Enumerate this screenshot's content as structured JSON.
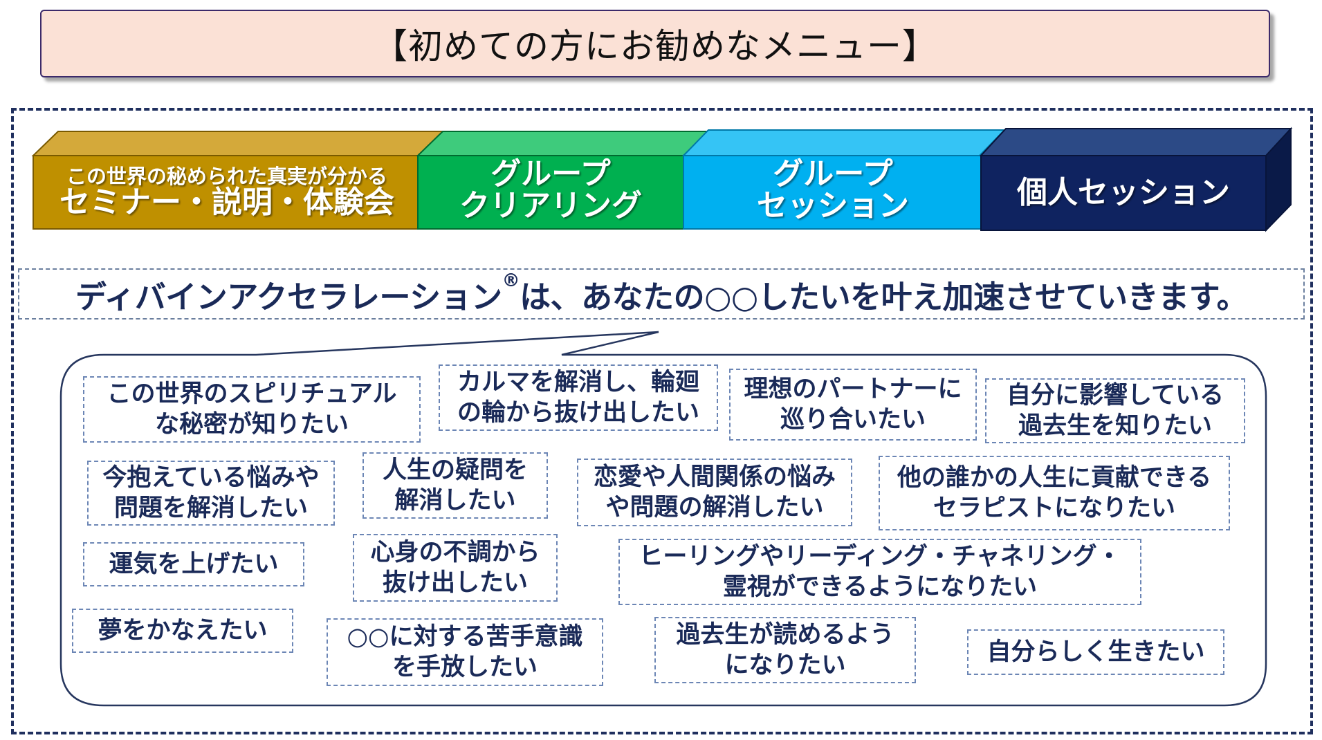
{
  "title": "【初めての方にお勧めなメニュー】",
  "blocks": [
    {
      "line1": "この世界の秘められた真実が分かる",
      "line2": "セミナー・説明・体験会",
      "color": "#bf9000"
    },
    {
      "line1": "グループ",
      "line2": "クリアリング",
      "color": "#00b050"
    },
    {
      "line1": "グループ",
      "line2": "セッション",
      "color": "#00b0f0"
    },
    {
      "line1": "個人セッション",
      "color": "#0f2360"
    }
  ],
  "headline": {
    "main": "ディバインアクセラレーション",
    "mark": "®",
    "rest": "は、あなたの○○したいを叶え加速させていきます。"
  },
  "wishes": [
    "この世界のスピリチュアル\nな秘密が知りたい",
    "カルマを解消し、輪廻\nの輪から抜け出したい",
    "理想のパートナーに\n巡り合いたい",
    "自分に影響している\n過去生を知りたい",
    "今抱えている悩みや\n問題を解消したい",
    "人生の疑問を\n解消したい",
    "恋愛や人間関係の悩み\nや問題の解消したい",
    "他の誰かの人生に貢献できる\nセラピストになりたい",
    "運気を上げたい",
    "心身の不調から\n抜け出したい",
    "ヒーリングやリーディング・チャネリング・\n霊視ができるようになりたい",
    "夢をかなえたい",
    "○○に対する苦手意識\nを手放したい",
    "過去生が読めるよう\nになりたい",
    "自分らしく生きたい"
  ]
}
